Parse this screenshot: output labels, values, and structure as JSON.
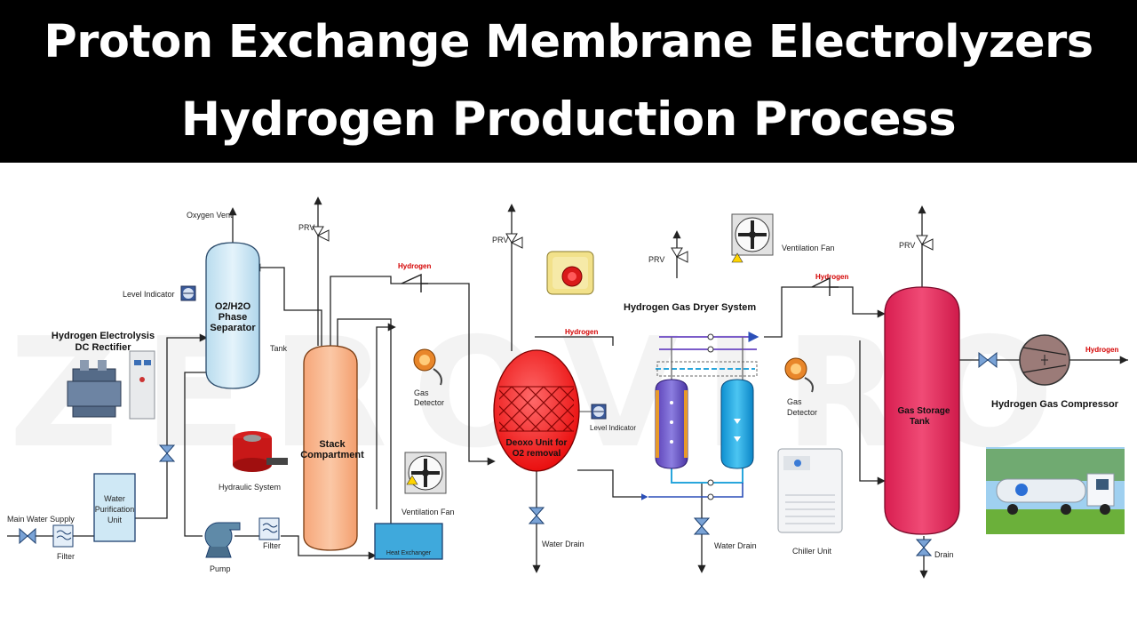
{
  "title": {
    "line1": "Proton Exchange Membrane Electrolyzers",
    "line2": "Hydrogen Production Process"
  },
  "watermark": "ZEROVIRO",
  "colors": {
    "banner": "#000000",
    "separator": "#cfe8f5",
    "stack": "#f8b98e",
    "deoxo": "#ff2a2a",
    "storage": "#e8245a",
    "dryer_column": "#1aa6e0",
    "purification": "#cfe8f5",
    "compressor": "#9b7b78"
  },
  "labels": {
    "oxygen_vent": "Oxygen Vent",
    "separator": [
      "O2/H2O",
      "Phase",
      "Separator"
    ],
    "tank": "Tank",
    "level_indicator_1": "Level Indicator",
    "rectifier": [
      "Hydrogen Electrolysis",
      "DC Rectifier"
    ],
    "prv_1": "PRV",
    "prv_2": "PRV",
    "prv_3": "PRV",
    "prv_4": "PRV",
    "hydrogen_1": "Hydrogen",
    "hydrogen_2": "Hydrogen",
    "hydrogen_3": "Hydrogen",
    "hydrogen_4": "Hydrogen",
    "stack": [
      "Stack",
      "Compartment"
    ],
    "gas_detector_1": [
      "Gas",
      "Detector"
    ],
    "gas_detector_2": [
      "Gas",
      "Detector"
    ],
    "hydraulic_system": "Hydraulic System",
    "ventilation_fan_1": "Ventilation Fan",
    "ventilation_fan_2": "Ventilation Fan",
    "main_water_supply": "Main Water Supply",
    "filter_1": "Filter",
    "filter_2": "Filter",
    "purification_unit": [
      "Water",
      "Purification",
      "Unit"
    ],
    "pump": "Pump",
    "heat_exchanger": "Heat Exchanger",
    "deoxo": [
      "Deoxo Unit for",
      "O2  removal"
    ],
    "level_indicator_2": "Level Indicator",
    "water_drain_1": "Water Drain",
    "water_drain_2": "Water Drain",
    "dryer_system": "Hydrogen Gas Dryer System",
    "chiller_unit": "Chiller Unit",
    "gas_storage": [
      "Gas Storage",
      "Tank"
    ],
    "drain": "Drain",
    "compressor": "Hydrogen  Gas Compressor"
  }
}
